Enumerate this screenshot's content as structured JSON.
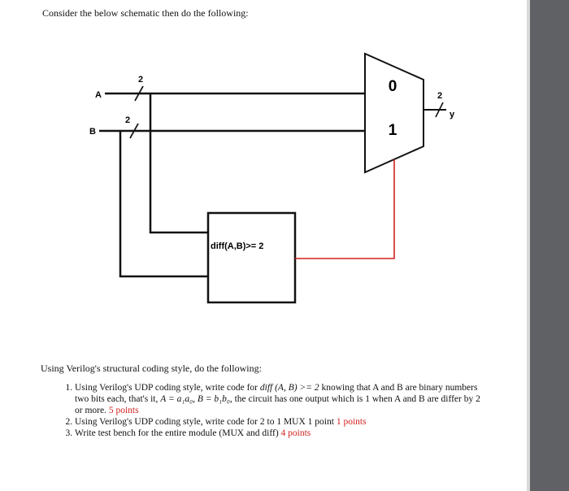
{
  "intro": "Consider the below schematic then do the following:",
  "schematic": {
    "input_a": "A",
    "input_b": "B",
    "bus_width_a": "2",
    "bus_width_b": "2",
    "bus_width_y": "2",
    "output_y": "y",
    "mux_input_0": "0",
    "mux_input_1": "1",
    "diff_block_label": "diff(A,B)>= 2"
  },
  "instructions_heading": "Using Verilog's structural coding style, do the following:",
  "tasks": [
    {
      "num": "1.",
      "pre": "Using Verilog's UDP coding style, write code for ",
      "func": "diff (A, B) >= 2",
      "mid": " knowing that A and B are binary numbers two bits each, that's it, ",
      "formula": "A = a₁a₀, B = b₁b₀",
      "post": ", the circuit has one output which is 1 when A and B are differ by 2 or more. ",
      "points": "5 points"
    },
    {
      "num": "2.",
      "text": "Using Verilog's UDP coding style, write code for 2 to 1 MUX 1 point ",
      "points": "1 points"
    },
    {
      "num": "3.",
      "text": "Write test bench for the entire module (MUX and diff) ",
      "points": "4 points"
    }
  ],
  "colors": {
    "wire": "#111111",
    "select_wire": "#d42020",
    "points_text": "#d42020"
  }
}
